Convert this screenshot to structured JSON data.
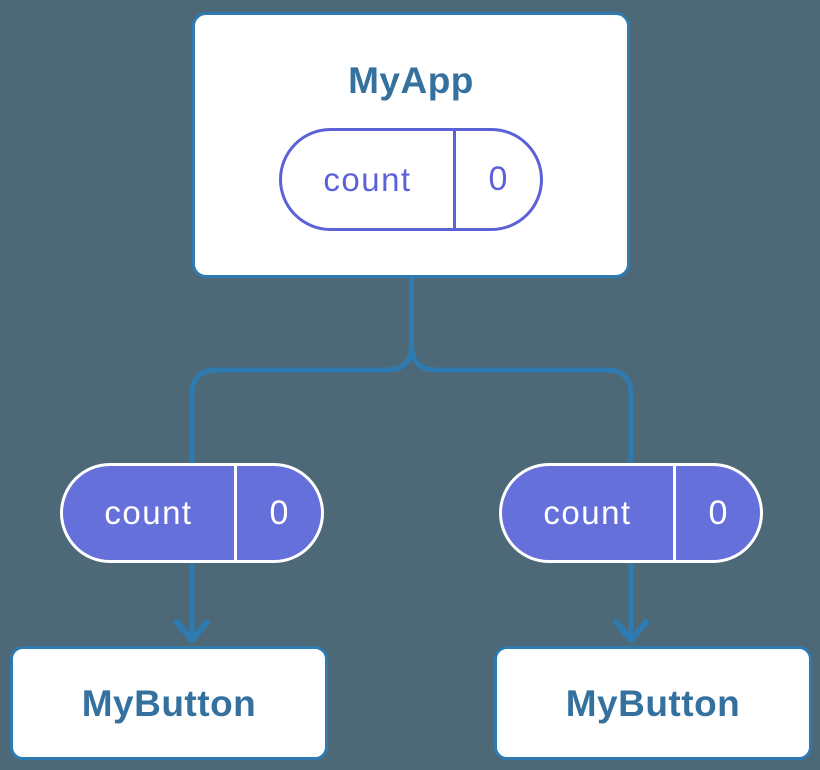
{
  "diagram": {
    "root": {
      "title": "MyApp",
      "state": {
        "name": "count",
        "value": "0"
      }
    },
    "children": [
      {
        "title": "MyButton",
        "state": {
          "name": "count",
          "value": "0"
        }
      },
      {
        "title": "MyButton",
        "state": {
          "name": "count",
          "value": "0"
        }
      }
    ]
  },
  "colors": {
    "background": "#4D6977",
    "connector": "#2E7BB1",
    "node_border": "#2E7BB1",
    "node_bg": "#FFFFFF",
    "node_text": "#35719F",
    "state_fill": "#6670DB",
    "state_outline": "#5B61D7",
    "state_text": "#FFFFFF"
  }
}
